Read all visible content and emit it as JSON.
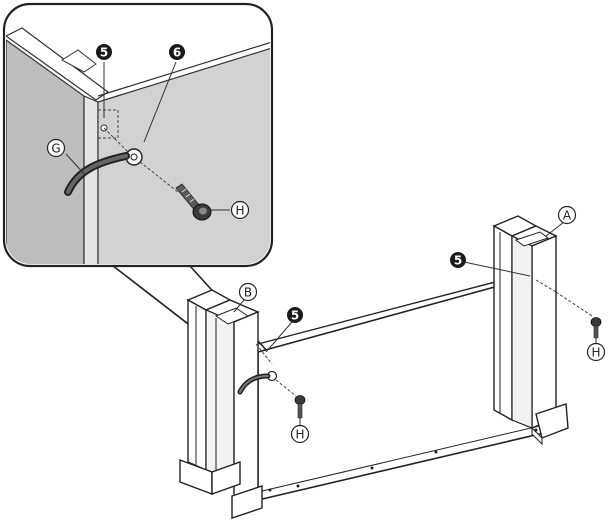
{
  "diagram": {
    "callouts": {
      "step5_inset": "5",
      "step6_inset": "6",
      "step5_right": "5",
      "step5_left": "5"
    },
    "part_labels": {
      "G": "G",
      "H_inset": "H",
      "A": "A",
      "B": "B",
      "H_right": "H",
      "H_left": "H"
    }
  }
}
